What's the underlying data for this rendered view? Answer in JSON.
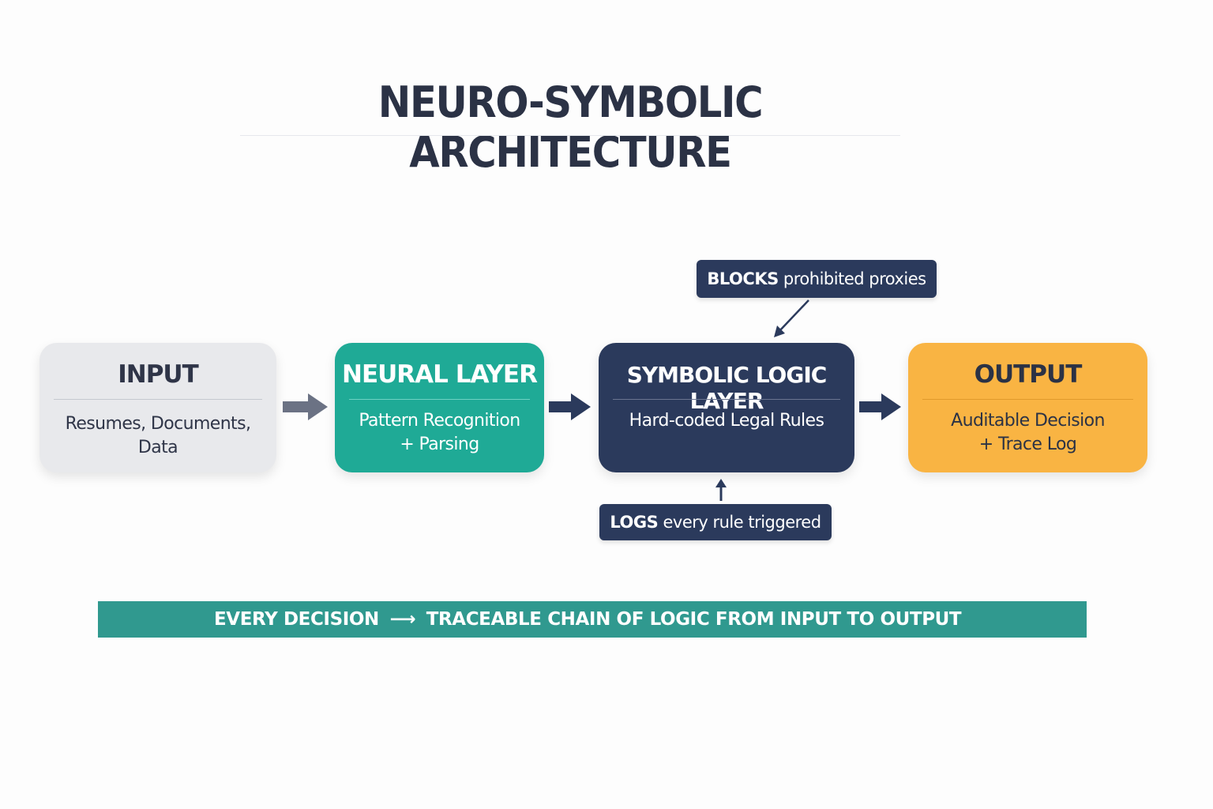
{
  "title": "NEURO-SYMBOLIC ARCHITECTURE",
  "boxes": [
    {
      "title": "INPUT",
      "text": "Resumes, Documents, Data",
      "color": "#e8e9ec"
    },
    {
      "title": "NEURAL LAYER",
      "text": "Pattern Recognition\n+ Parsing",
      "color": "#1faa96"
    },
    {
      "title": "SYMBOLIC LOGIC LAYER",
      "text": "Hard-coded Legal Rules",
      "color": "#2b3a5c"
    },
    {
      "title": "OUTPUT",
      "text": "Auditable Decision\n+ Trace Log",
      "color": "#f9b443"
    }
  ],
  "callouts": {
    "blocks": {
      "strong": "BLOCKS",
      "text": "prohibited proxies"
    },
    "logs": {
      "strong": "LOGS",
      "text": "every rule triggered"
    }
  },
  "banner": {
    "left": "EVERY DECISION",
    "arrow": "⟶",
    "right": "TRACEABLE CHAIN OF LOGIC FROM INPUT TO OUTPUT",
    "color": "#30998f"
  },
  "icons": {
    "flow_arrows": "right-arrow-icon",
    "callout_arrows": "pointer-arrow-icon"
  }
}
